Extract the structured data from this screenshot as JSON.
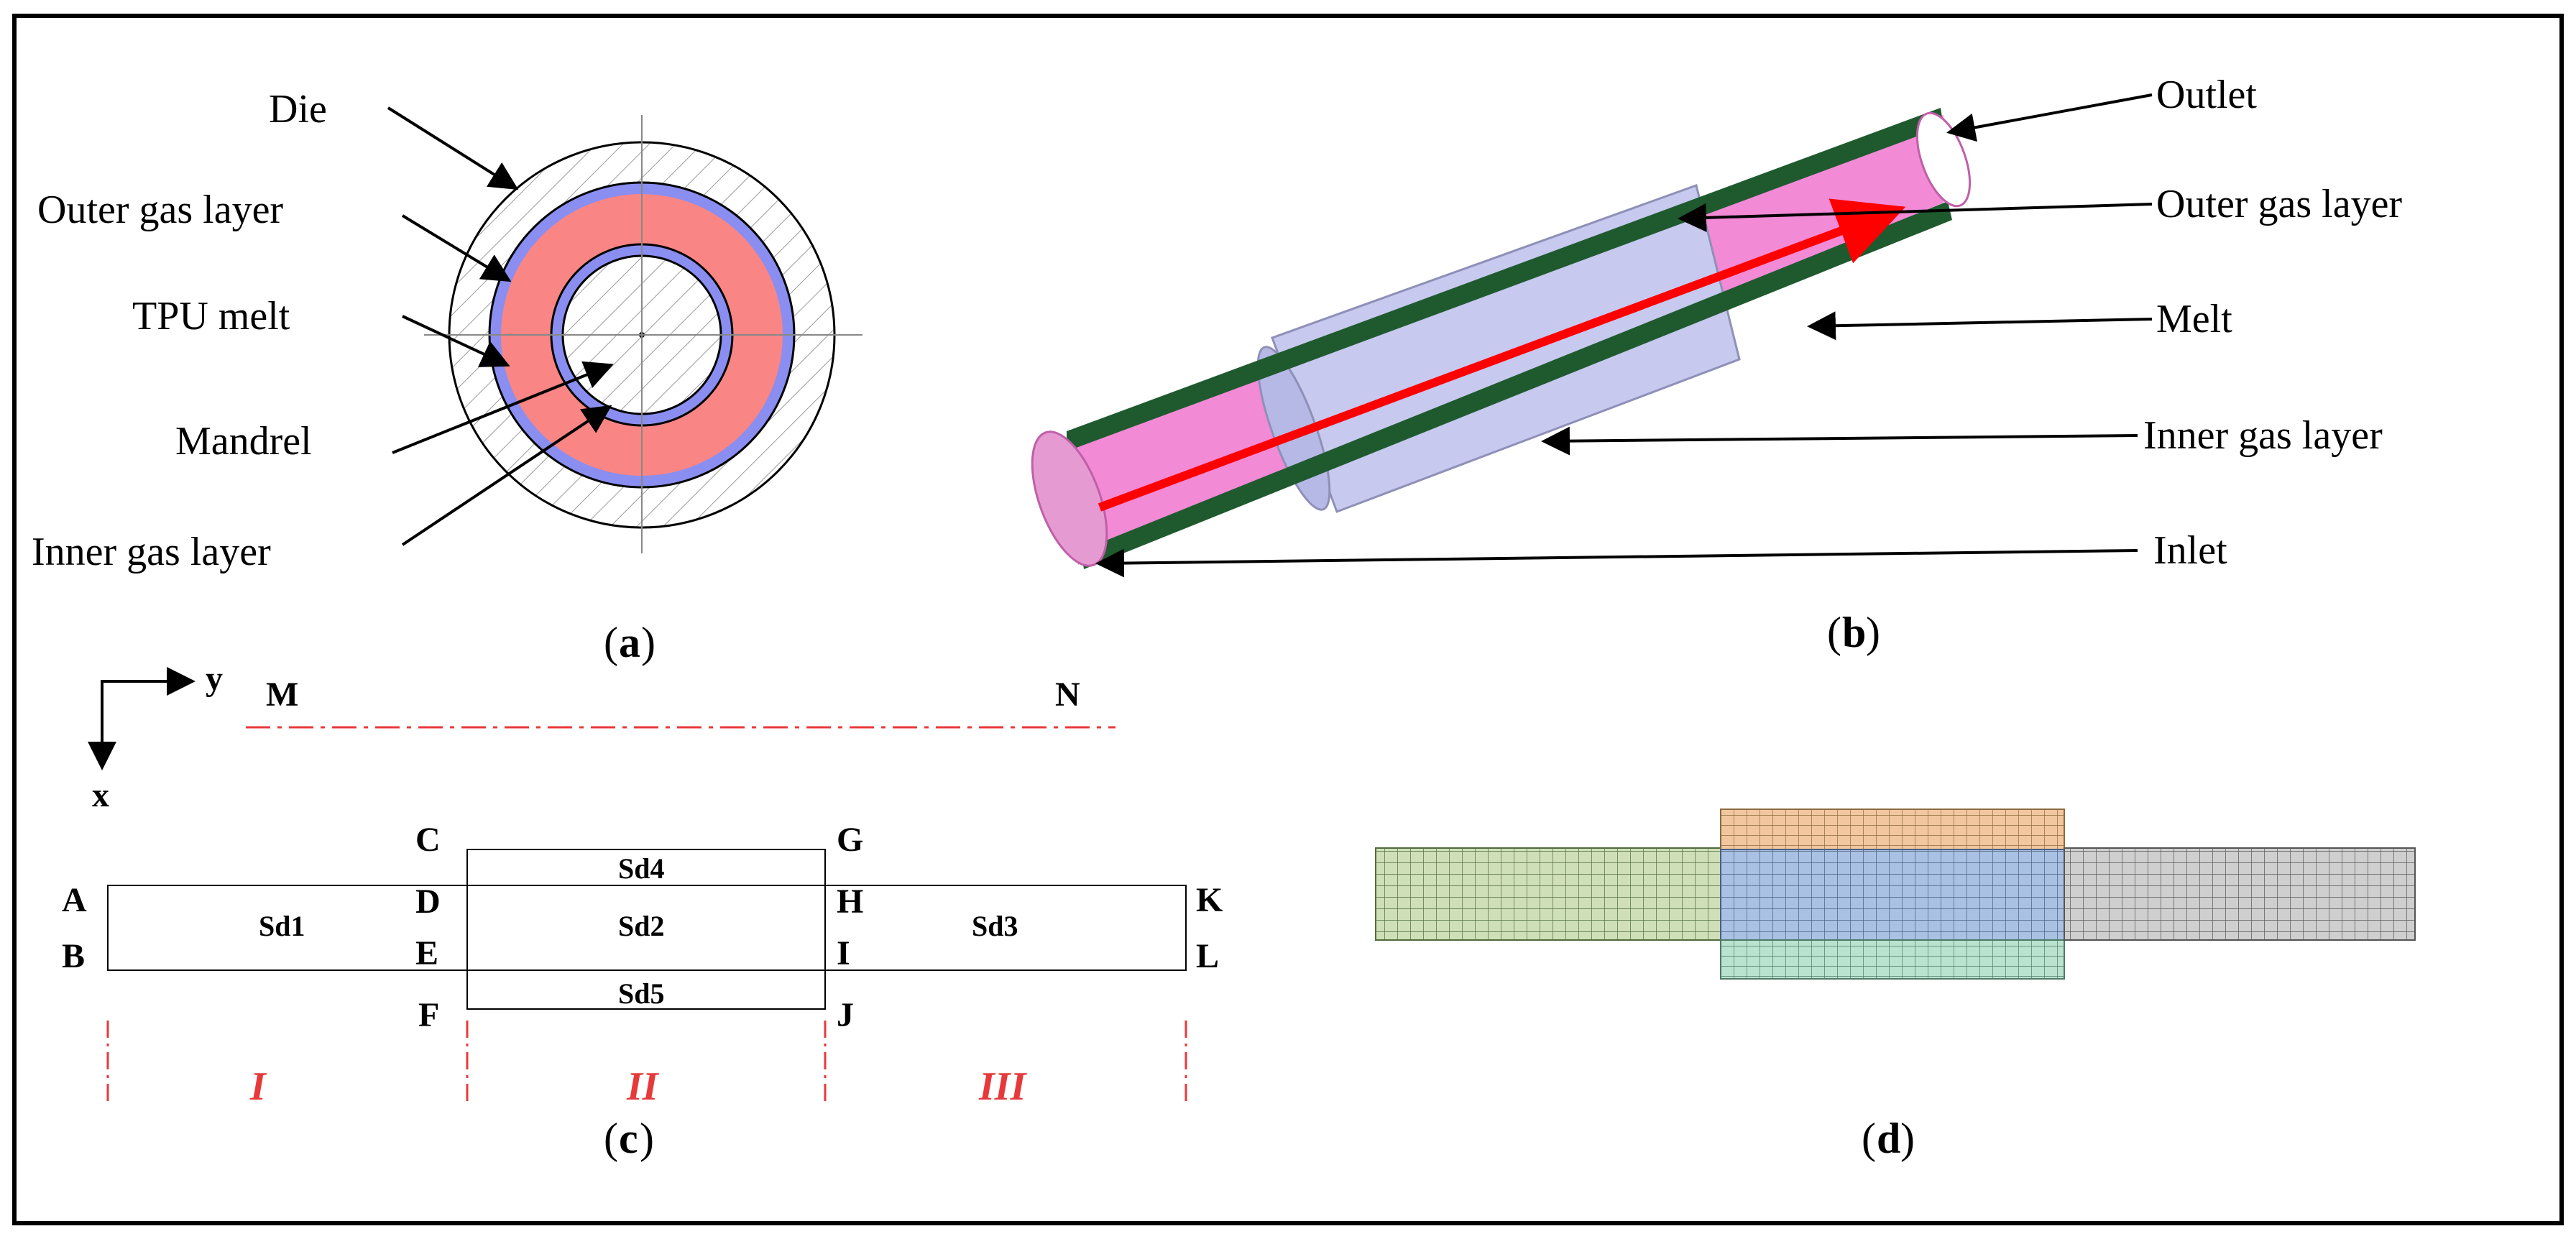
{
  "panel_a": {
    "caption_letter": "a",
    "labels": {
      "die": "Die",
      "outer_gas": "Outer gas layer",
      "tpu_melt": "TPU melt",
      "mandrel": "Mandrel",
      "inner_gas": "Inner gas layer"
    },
    "colors": {
      "outer_gas": "#8a8ef0",
      "melt": "#fa8585",
      "inner_gas": "#8a8ef0"
    }
  },
  "panel_b": {
    "caption_letter": "b",
    "labels": {
      "outlet": "Outlet",
      "outer_gas": "Outer gas layer",
      "melt": "Melt",
      "inner_gas": "Inner gas layer",
      "inlet": "Inlet"
    },
    "colors": {
      "wall": "#1f5a2f",
      "pipe": "#f28ad6",
      "gas": "#c7c9ef",
      "flow": "#ff0000"
    }
  },
  "panel_c": {
    "caption_letter": "c",
    "axes": {
      "y": "y",
      "x": "x"
    },
    "points": {
      "M": "M",
      "N": "N",
      "A": "A",
      "B": "B",
      "C": "C",
      "D": "D",
      "E": "E",
      "F": "F",
      "G": "G",
      "H": "H",
      "I": "I",
      "J": "J",
      "K": "K",
      "L": "L"
    },
    "subdomains": {
      "sd1": "Sd1",
      "sd2": "Sd2",
      "sd3": "Sd3",
      "sd4": "Sd4",
      "sd5": "Sd5"
    },
    "regions": [
      "I",
      "II",
      "III"
    ],
    "colors": {
      "centerline": "#e8393a"
    }
  },
  "panel_d": {
    "caption_letter": "d",
    "colors": {
      "left": "#cfe0b8",
      "top": "#f2c7a0",
      "middle": "#a9c1e3",
      "bottom": "#b9e3cf",
      "right": "#cfcfcf"
    }
  }
}
